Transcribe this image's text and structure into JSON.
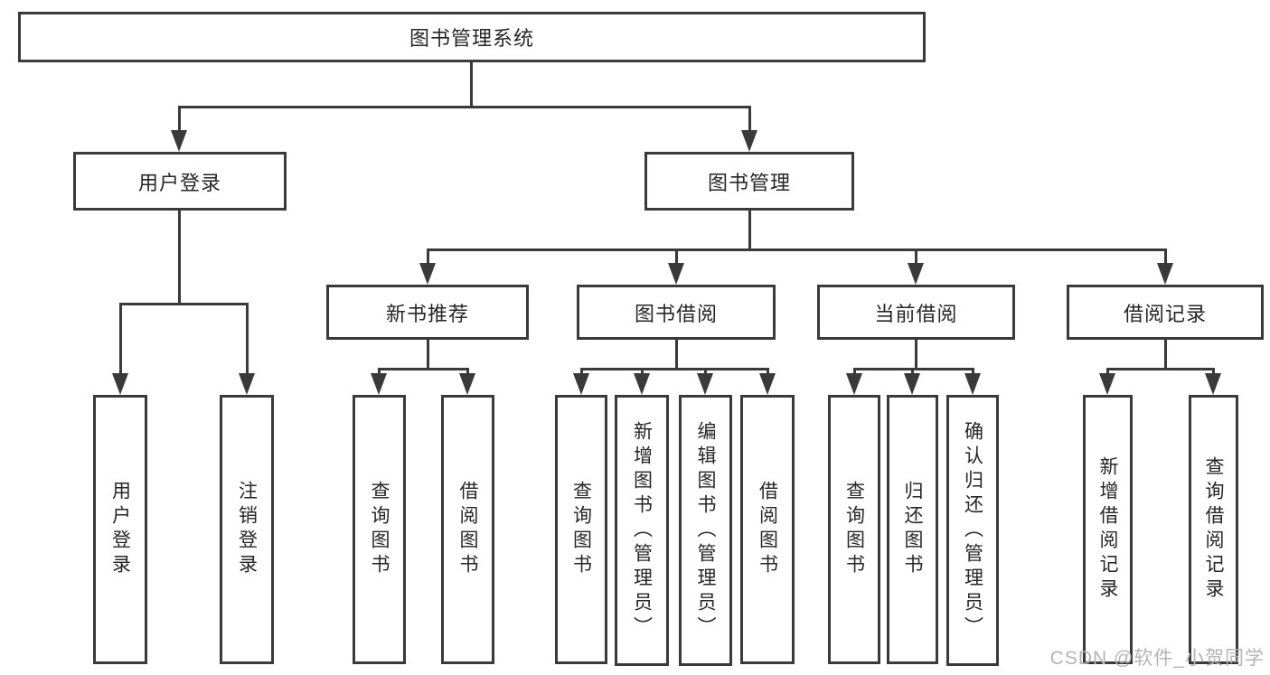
{
  "diagram": {
    "title": "图书管理系统",
    "level2": {
      "user_login": "用户登录",
      "book_mgmt": "图书管理"
    },
    "level3": {
      "new_books": "新书推荐",
      "borrowing": "图书借阅",
      "current": "当前借阅",
      "records": "借阅记录"
    },
    "leaves": {
      "user_login": "用户登录",
      "logout": "注销登录",
      "nb_query": "查询图书",
      "nb_borrow": "借阅图书",
      "bw_query": "查询图书",
      "bw_add": "新增图书（管理员）",
      "bw_edit": "编辑图书（管理员）",
      "bw_borrow": "借阅图书",
      "cur_query": "查询图书",
      "cur_return": "归还图书",
      "cur_confirm": "确认归还（管理员）",
      "rec_add": "新增借阅记录",
      "rec_query": "查询借阅记录"
    }
  },
  "watermark": "CSDN @软件_小贺同学",
  "colors": {
    "line": "#3a3a3a",
    "text": "#262626",
    "watermark": "#b5b3b3",
    "background": "#ffffff"
  }
}
